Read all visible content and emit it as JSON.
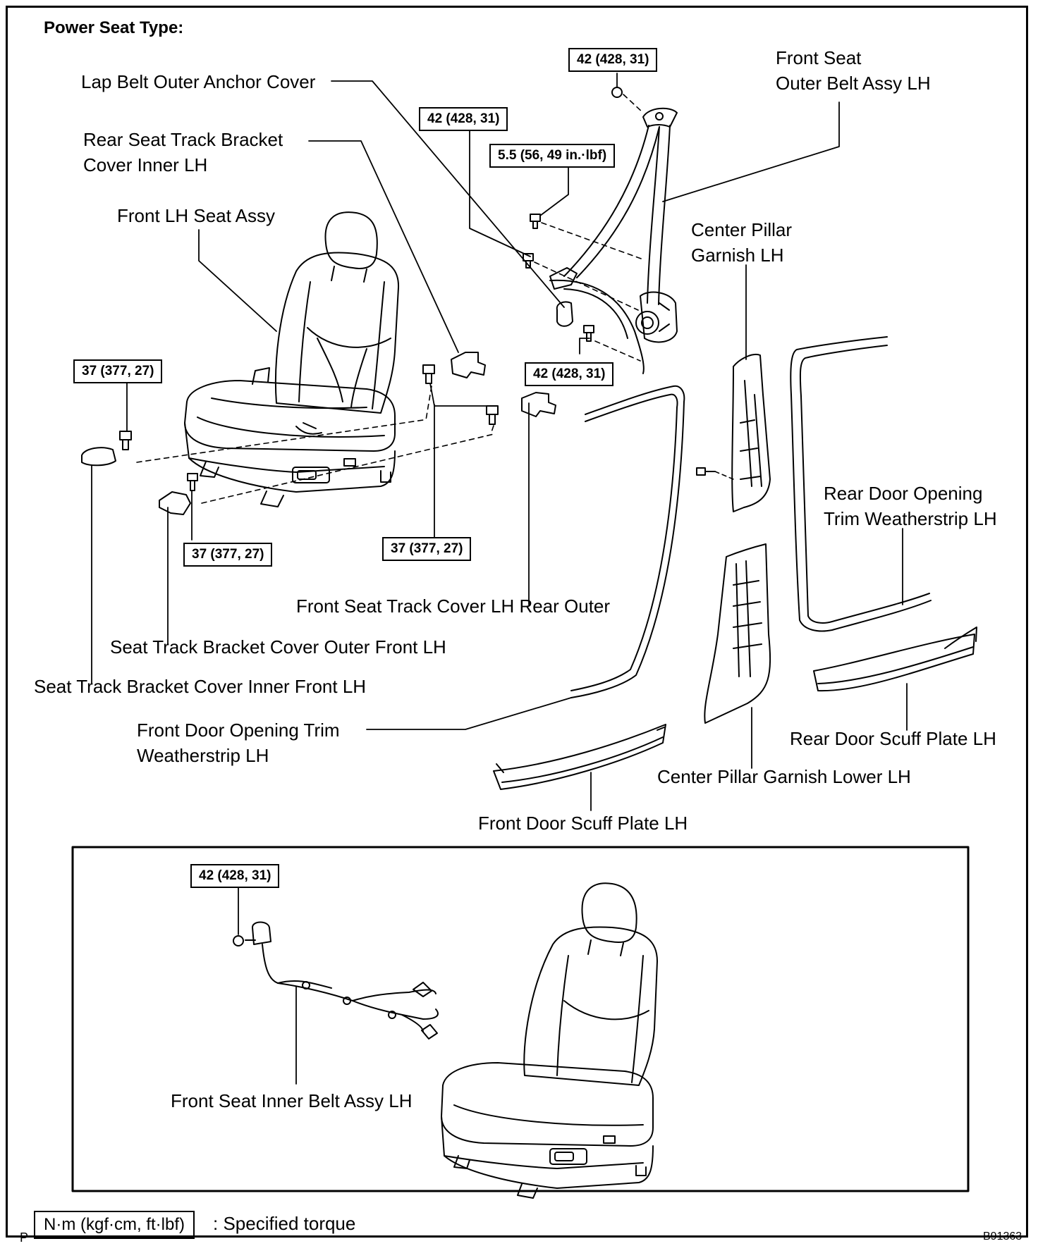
{
  "title": "Power Seat Type:",
  "labels": {
    "lap_belt_outer_anchor_cover": "Lap Belt Outer Anchor Cover",
    "front_seat_outer_belt_line1": "Front Seat",
    "front_seat_outer_belt_line2": "Outer Belt Assy LH",
    "rear_seat_track_bracket_line1": "Rear Seat Track Bracket",
    "rear_seat_track_bracket_line2": "Cover Inner LH",
    "front_lh_seat_assy": "Front LH Seat Assy",
    "center_pillar_garnish_line1": "Center Pillar",
    "center_pillar_garnish_line2": "Garnish LH",
    "rear_door_opening_line1": "Rear Door Opening",
    "rear_door_opening_line2": "Trim Weatherstrip LH",
    "front_seat_track_cover_rear_outer": "Front Seat Track Cover LH Rear Outer",
    "seat_track_bracket_cover_outer_front": "Seat Track Bracket Cover Outer Front LH",
    "seat_track_bracket_cover_inner_front": "Seat Track Bracket Cover Inner Front LH",
    "front_door_opening_line1": "Front Door Opening Trim",
    "front_door_opening_line2": "Weatherstrip LH",
    "rear_door_scuff_plate": "Rear Door Scuff Plate LH",
    "center_pillar_garnish_lower": "Center Pillar Garnish Lower LH",
    "front_door_scuff_plate": "Front Door Scuff Plate LH",
    "front_seat_inner_belt": "Front Seat Inner Belt Assy LH"
  },
  "torques": {
    "upper_anchor": "42 (428, 31)",
    "middle_anchor": "42 (428, 31)",
    "guide_bolt": "5.5 (56, 49 in.·lbf)",
    "lower_anchor": "42 (428, 31)",
    "seat_front_left": "37 (377, 27)",
    "seat_front_right": "37 (377, 27)",
    "seat_rear": "37 (377, 27)",
    "inner_belt": "42 (428, 31)"
  },
  "legend": {
    "prefix": "P",
    "unit": "N·m (kgf·cm, ft·lbf)",
    "description": ": Specified torque"
  },
  "figure_code": "B91363"
}
